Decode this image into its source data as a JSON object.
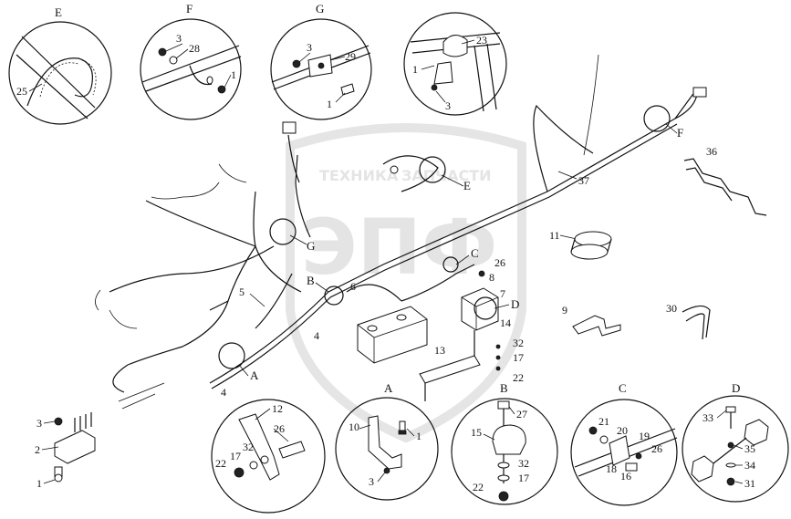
{
  "watermark": {
    "brand_top": "ТЕХНИКА",
    "brand_top2": "ЗАПЧАСТИ",
    "letters": "ЭПФ"
  },
  "detail_titles": {
    "E": "E",
    "F": "F",
    "G": "G",
    "A": "A",
    "B": "B",
    "C": "C",
    "D": "D"
  },
  "detail_E": {
    "callouts": [
      "25"
    ]
  },
  "detail_F": {
    "callouts": [
      "3",
      "28",
      "1"
    ]
  },
  "detail_G": {
    "callouts": [
      "3",
      "29",
      "1"
    ]
  },
  "detail_23": {
    "callouts": [
      "23",
      "1",
      "3"
    ]
  },
  "detail_A_bottom": {
    "callouts": [
      "12",
      "26",
      "32",
      "17",
      "22"
    ]
  },
  "detail_A": {
    "callouts": [
      "10",
      "1",
      "3"
    ]
  },
  "detail_B": {
    "callouts": [
      "27",
      "15",
      "32",
      "17",
      "22"
    ]
  },
  "detail_C": {
    "callouts": [
      "21",
      "20",
      "19",
      "26",
      "18",
      "16"
    ]
  },
  "detail_D": {
    "callouts": [
      "33",
      "35",
      "34",
      "31"
    ]
  },
  "standalone_part": {
    "callouts": [
      "3",
      "2",
      "1"
    ]
  },
  "main_view": {
    "zone_letters": [
      "G",
      "E",
      "F",
      "C",
      "B",
      "D",
      "A"
    ],
    "callouts": [
      "37",
      "36",
      "11",
      "9",
      "30",
      "26",
      "8",
      "7",
      "6",
      "5",
      "4",
      "4",
      "14",
      "32",
      "17",
      "22",
      "13"
    ]
  }
}
